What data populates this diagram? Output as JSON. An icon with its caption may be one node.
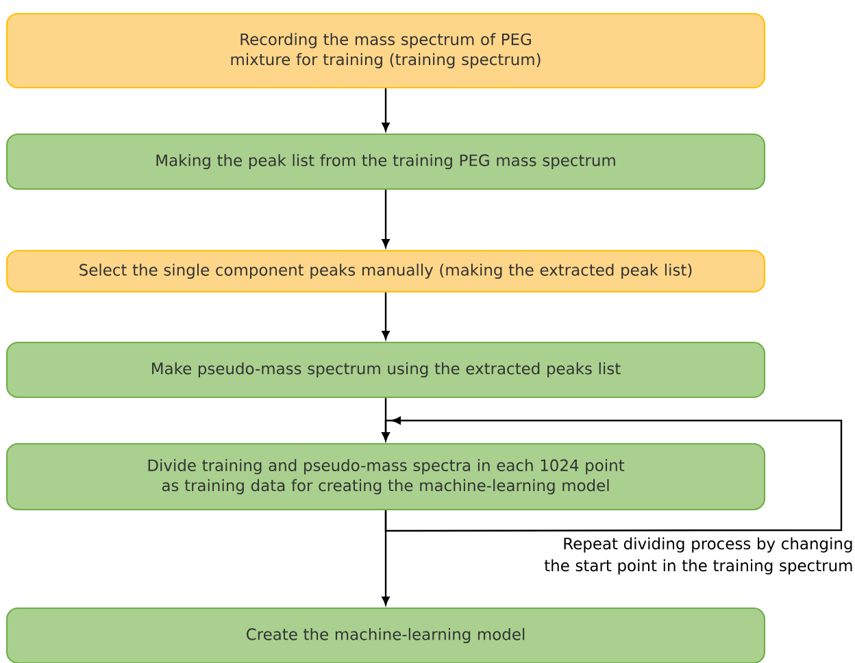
{
  "diagram": {
    "nodes": [
      {
        "text": [
          "Recording the mass spectrum of PEG mixture for training (training spectrum)"
        ]
      },
      {
        "text": [
          "Making the peak list from the training PEG mass spectrum"
        ]
      },
      {
        "text": [
          "Select the single component peaks manually (making the extracted peak list)"
        ]
      },
      {
        "text": [
          "Make pseudo-mass spectrum using the extracted peaks list"
        ]
      },
      {
        "text": [
          "Divide training and pseudo-mass spectra in each 1024 point as training data for creating the machine-learning model"
        ]
      },
      {
        "text": [
          "Create the machine-learning model"
        ]
      }
    ],
    "edges": [
      {
        "from": 0,
        "to": 1,
        "arrow": "to"
      },
      {
        "from": 1,
        "to": 2,
        "arrow": "to"
      },
      {
        "from": 2,
        "to": 3,
        "arrow": "to"
      },
      {
        "from": 3,
        "to": 4,
        "arrow": "to"
      },
      {
        "from": 4,
        "to": 5,
        "arrow": "to"
      },
      {
        "from": 4,
        "to": 4,
        "arrow": "to",
        "label": "Repeat dividing process by changing the start point in the training spectrum"
      }
    ]
  }
}
